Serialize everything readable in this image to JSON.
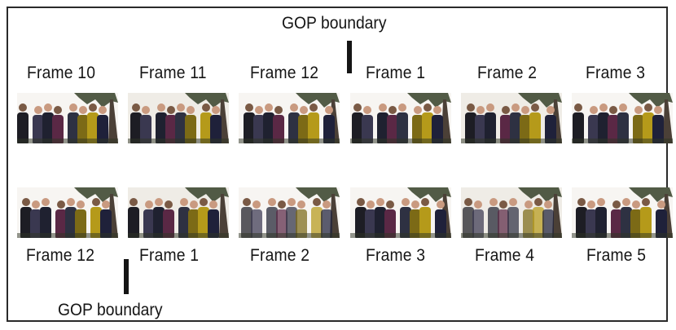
{
  "top_row": {
    "frames": [
      {
        "label": "Frame 10",
        "variant": 0
      },
      {
        "label": "Frame 11",
        "variant": 1
      },
      {
        "label": "Frame 12",
        "variant": 2
      },
      {
        "label": "Frame 1",
        "variant": 3
      },
      {
        "label": "Frame 2",
        "variant": 4
      },
      {
        "label": "Frame 3",
        "variant": 5
      }
    ],
    "gop_boundary_label": "GOP boundary"
  },
  "bottom_row": {
    "frames": [
      {
        "label": "Frame 12",
        "variant": 6
      },
      {
        "label": "Frame 1",
        "variant": 7
      },
      {
        "label": "Frame 2",
        "variant": 8
      },
      {
        "label": "Frame 3",
        "variant": 9
      },
      {
        "label": "Frame 4",
        "variant": 10
      },
      {
        "label": "Frame 5",
        "variant": 11
      }
    ],
    "gop_boundary_label": "GOP boundary"
  },
  "colors": {
    "text": "#151515",
    "border": "#2a2a2a",
    "background": "#ffffff"
  },
  "icons": {
    "thumbnail": "group-photo-thumbnail",
    "boundary": "boundary-marker"
  }
}
